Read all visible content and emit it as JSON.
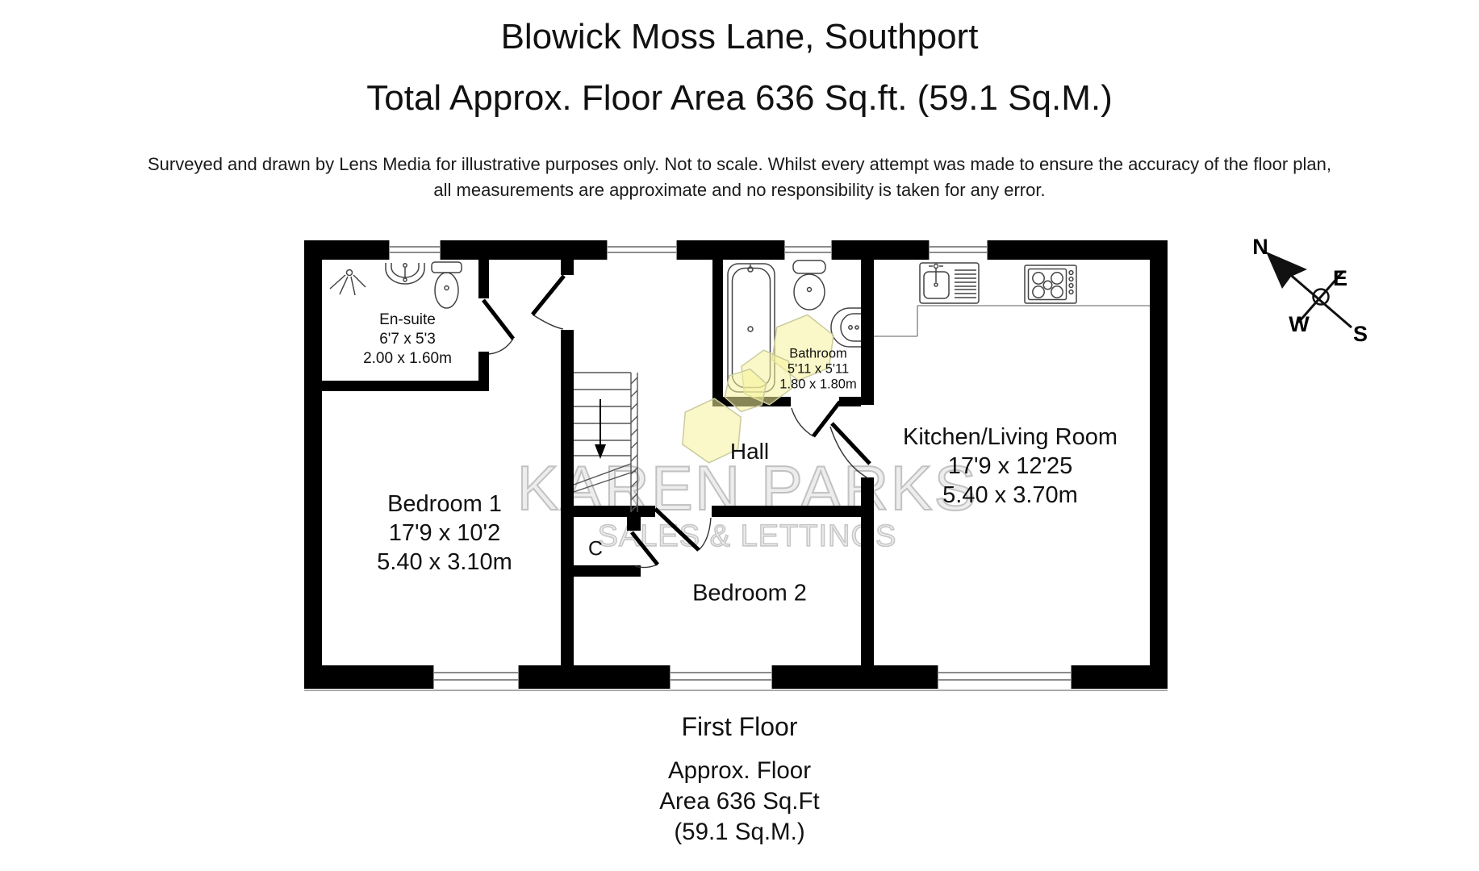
{
  "header": {
    "title": "Blowick Moss Lane, Southport",
    "subtitle": "Total Approx. Floor Area 636 Sq.ft. (59.1 Sq.M.)",
    "disclaimer1": "Surveyed and drawn by Lens Media for illustrative purposes only. Not to scale. Whilst every attempt was made to ensure the accuracy of the floor plan,",
    "disclaimer2": "all measurements are approximate and no responsibility is taken for any error."
  },
  "watermark": {
    "line1": "KAREN PARKS",
    "line2": "SALES & LETTINGS"
  },
  "rooms": {
    "ensuite": {
      "name": "En-suite",
      "size_imperial": "6'7 x 5'3",
      "size_metric": "2.00 x 1.60m"
    },
    "bedroom1": {
      "name": "Bedroom 1",
      "size_imperial": "17'9 x 10'2",
      "size_metric": "5.40 x 3.10m"
    },
    "bathroom": {
      "name": "Bathroom",
      "size_imperial": "5'11 x 5'11",
      "size_metric": "1.80 x 1.80m"
    },
    "kitchen_living_room": {
      "name": "Kitchen/Living Room",
      "size_imperial": "17'9 x 12'25",
      "size_metric": "5.40 x 3.70m"
    },
    "hall": {
      "name": "Hall"
    },
    "bedroom2": {
      "name": "Bedroom 2"
    },
    "cupboard": {
      "name": "C"
    }
  },
  "compass": {
    "north": "N",
    "east": "E",
    "west": "W",
    "south": "S"
  },
  "footer": {
    "floor": "First Floor",
    "area_line1": "Approx. Floor",
    "area_line2": "Area 636 Sq.Ft",
    "area_line3": "(59.1 Sq.M.)"
  },
  "colors": {
    "wall": "#000000",
    "watermark_gray": "#c8c8c8",
    "hexagon_yellow": "#f6f29a"
  }
}
